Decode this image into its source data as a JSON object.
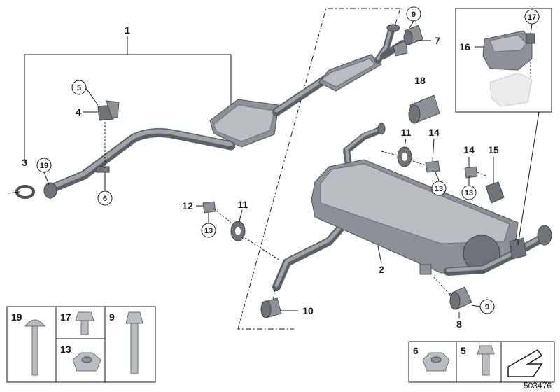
{
  "callouts": {
    "c1": "1",
    "c2": "2",
    "c3": "3",
    "c4": "4",
    "c5": "5",
    "c6": "6",
    "c7": "7",
    "c8": "8",
    "c9a": "9",
    "c9b": "9",
    "c10": "10",
    "c11a": "11",
    "c11b": "11",
    "c12": "12",
    "c13a": "13",
    "c13b": "13",
    "c13c": "13",
    "c14a": "14",
    "c14b": "14",
    "c15": "15",
    "c16": "16",
    "c17": "17",
    "c18": "18",
    "c19": "19"
  },
  "fastener_legend": {
    "left": [
      "19",
      "17",
      "9",
      "13"
    ],
    "right": [
      "6",
      "5"
    ]
  },
  "diagram_number": "503476"
}
